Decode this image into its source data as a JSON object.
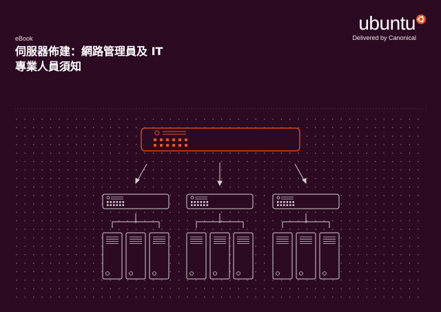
{
  "header": {
    "kicker": "eBook",
    "title_line1": "伺服器佈建：網路管理員及 IT",
    "title_line2": "專業人員須知"
  },
  "brand": {
    "wordmark": "ubuntu",
    "tagline": "Delivered by Canonical",
    "logo_icon": "circle-of-friends-icon"
  },
  "colors": {
    "background": "#2c0a22",
    "accent": "#e95420",
    "line": "#d9ccd4"
  },
  "illustration": {
    "main_server_icon": "server-icon",
    "rack_icon": "server-rack-icon"
  }
}
